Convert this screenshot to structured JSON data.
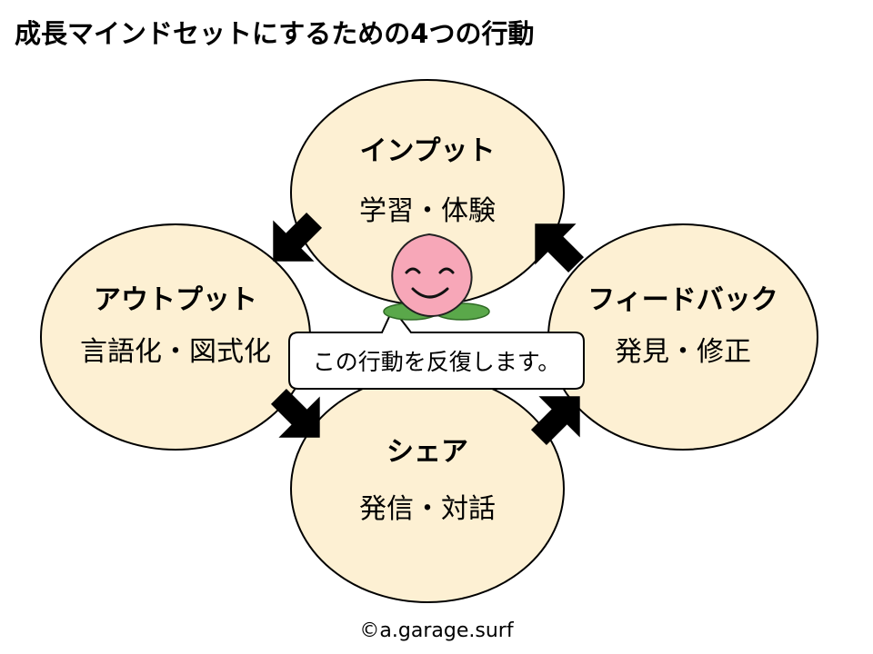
{
  "title": "成長マインドセットにするための4つの行動",
  "nodes": {
    "input": {
      "heading": "インプット",
      "sub": "学習・体験"
    },
    "output": {
      "heading": "アウトプット",
      "sub": "言語化・図式化"
    },
    "share": {
      "heading": "シェア",
      "sub": "発信・対話"
    },
    "feedback": {
      "heading": "フィードバック",
      "sub": "発見・修正"
    }
  },
  "callout": {
    "text": "この行動を反復します。"
  },
  "copyright": "©a.garage.surf",
  "colors": {
    "ellipse_fill": "#fdf0d3",
    "stroke": "#000000",
    "arrow": "#000000",
    "peach": "#f7a7b8",
    "leaf": "#5aa84a"
  }
}
